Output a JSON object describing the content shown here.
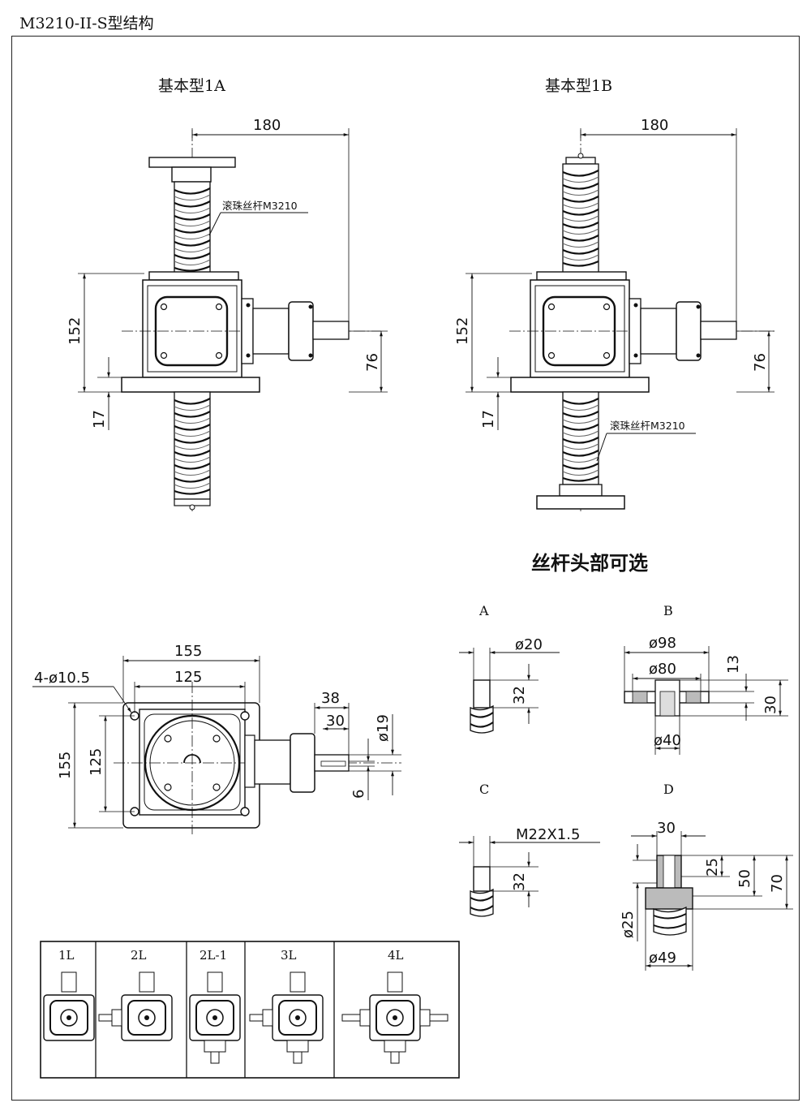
{
  "page_title": "M3210-II-S型结构",
  "type_1a": {
    "title": "基本型1A",
    "dim_top": "180",
    "dim_height": "152",
    "dim_shaft": "76",
    "dim_base": "17",
    "screw_label": "滚珠丝杆M3210"
  },
  "type_1b": {
    "title": "基本型1B",
    "dim_top": "180",
    "dim_height": "152",
    "dim_shaft": "76",
    "dim_base": "17",
    "screw_label": "滚珠丝杆M3210"
  },
  "top_view": {
    "dim_width_outer": "155",
    "dim_width_inner": "125",
    "dim_holes": "4-ø10.5",
    "dim_height_outer": "155",
    "dim_height_inner": "125",
    "dim_shaft_len": "38",
    "dim_key_len": "30",
    "dim_shaft_dia": "ø19",
    "dim_key": "6"
  },
  "options": {
    "title": "丝杆头部可选",
    "a": {
      "label": "A",
      "dia": "ø20",
      "len": "32"
    },
    "b": {
      "label": "B",
      "outer": "ø98",
      "pcd": "ø80",
      "inner": "ø40",
      "thk": "13",
      "height": "30"
    },
    "c": {
      "label": "C",
      "thread": "M22X1.5",
      "len": "32"
    },
    "d": {
      "label": "D",
      "top": "30",
      "d25": "ø25",
      "d49": "ø49",
      "h25": "25",
      "h50": "50",
      "h70": "70"
    }
  },
  "configs": {
    "items": [
      "1L",
      "2L",
      "2L-1",
      "3L",
      "4L"
    ]
  }
}
